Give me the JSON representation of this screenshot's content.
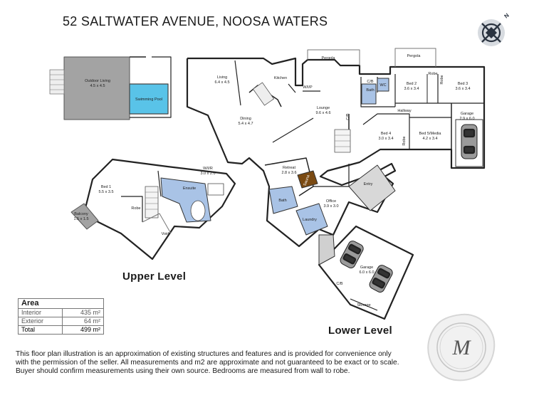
{
  "title": "52 SALTWATER AVENUE, NOOSA WATERS",
  "levels": {
    "upper": "Upper Level",
    "lower": "Lower Level"
  },
  "rooms": {
    "outdoor_living": {
      "name": "Outdoor Living",
      "dims": "4.5 x 4.5"
    },
    "swimming_pool": {
      "name": "Swimming Pool"
    },
    "living": {
      "name": "Living",
      "dims": "6.4 x 4.5"
    },
    "kitchen": {
      "name": "Kitchen"
    },
    "dining": {
      "name": "Dining",
      "dims": "5.4 x 4.7"
    },
    "pergola_1": {
      "name": "Pergola"
    },
    "pergola_2": {
      "name": "Pergola"
    },
    "wip": {
      "name": "W/I/P"
    },
    "lounge": {
      "name": "Lounge",
      "dims": "9.6 x 4.6"
    },
    "cb_1": {
      "name": "C/B"
    },
    "cb_2": {
      "name": "C/B"
    },
    "cb_3": {
      "name": "C/B"
    },
    "bath_1": {
      "name": "Bath"
    },
    "wc": {
      "name": "WC"
    },
    "robe_1": {
      "name": "Robe"
    },
    "robe_2": {
      "name": "Robe"
    },
    "robe_3": {
      "name": "Robe"
    },
    "robe_4": {
      "name": "Robe"
    },
    "bed_2": {
      "name": "Bed 2",
      "dims": "3.6 x 3.4"
    },
    "bed_3": {
      "name": "Bed 3",
      "dims": "3.6 x 3.4"
    },
    "hallway": {
      "name": "Hallway"
    },
    "garage_small": {
      "name": "Garage",
      "dims": "2.9 x 6.0"
    },
    "bed_4": {
      "name": "Bed 4",
      "dims": "3.0 x 3.4"
    },
    "bed_5": {
      "name": "Bed 5/Media",
      "dims": "4.2 x 3.4"
    },
    "retreat": {
      "name": "Retreat",
      "dims": "2.8 x 3.6"
    },
    "sauna": {
      "name": "Sauna"
    },
    "bath_2": {
      "name": "Bath"
    },
    "office": {
      "name": "Office",
      "dims": "3.9 x 3.0"
    },
    "entry": {
      "name": "Entry"
    },
    "laundry": {
      "name": "Laundry"
    },
    "garage_large": {
      "name": "Garage",
      "dims": "6.0 x 6.0"
    },
    "storage": {
      "name": "Storage"
    },
    "bed_1": {
      "name": "Bed 1",
      "dims": "5.5 x 3.5"
    },
    "wir": {
      "name": "W/I/R",
      "dims": "3.0 x 2.0"
    },
    "ensuite": {
      "name": "Ensuite"
    },
    "balcony": {
      "name": "Balcony",
      "dims": "1.5 x 1.5"
    },
    "void": {
      "name": "Void"
    }
  },
  "area": {
    "heading": "Area",
    "rows": [
      {
        "label": "Interior",
        "value": "435 m²"
      },
      {
        "label": "Exterior",
        "value": "64 m²"
      },
      {
        "label": "Total",
        "value": "499 m²"
      }
    ]
  },
  "compass": {
    "label": "N"
  },
  "disclaimer": "This floor plan illustration is an approximation of existing structures and features and is provided for convenience only with the permission of the seller. All measurements and m2 are approximate and not guaranteed to be exact or to scale. Buyer should confirm measurements using their own source. Bedrooms are measured from wall to robe.",
  "colors": {
    "wall": "#222222",
    "wet_area": "#a9c3e6",
    "pool": "#59c3e8",
    "deck": "#a3a3a3",
    "sauna": "#7a4a12",
    "garage_floor": "#9a9a9a"
  }
}
